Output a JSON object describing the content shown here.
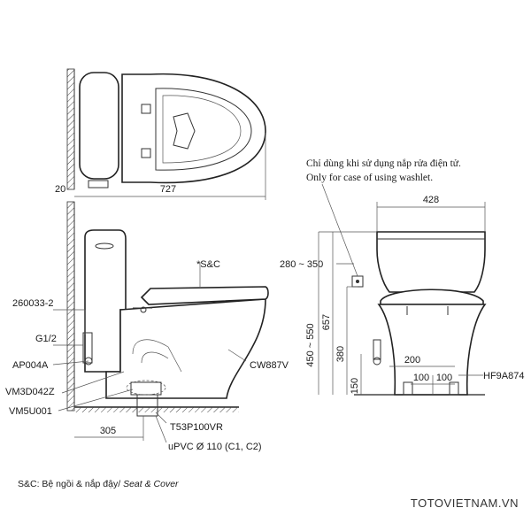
{
  "labels": {
    "part_260033": "260033-2",
    "part_g12": "G1/2",
    "part_ap004a": "AP004A",
    "part_vm3d": "VM3D042Z",
    "part_vm5u": "VM5U001",
    "part_sc": "*S&C",
    "part_cw887v": "CW887V",
    "part_t53": "T53P100VR",
    "part_upvc": "uPVC Ø 110 (C1, C2)",
    "part_hf9a": "HF9A874"
  },
  "dimensions": {
    "top_20": "20",
    "top_727": "727",
    "side_305": "305",
    "front_428": "428",
    "front_280_350": "280 ~ 350",
    "front_657": "657",
    "front_450_550": "450 ~ 550",
    "front_380": "380",
    "front_150": "150",
    "front_200": "200",
    "front_100a": "100",
    "front_100b": "100"
  },
  "note": {
    "line1": "Chỉ dùng khi sử dụng nắp rửa điện tử.",
    "line2": "Only for case of using washlet."
  },
  "footer": {
    "sc_text": "S&C: Bệ ngồi & nắp đậy/ ",
    "sc_italic": "Seat & Cover",
    "brand": "TOTOVIETNAM.VN"
  }
}
